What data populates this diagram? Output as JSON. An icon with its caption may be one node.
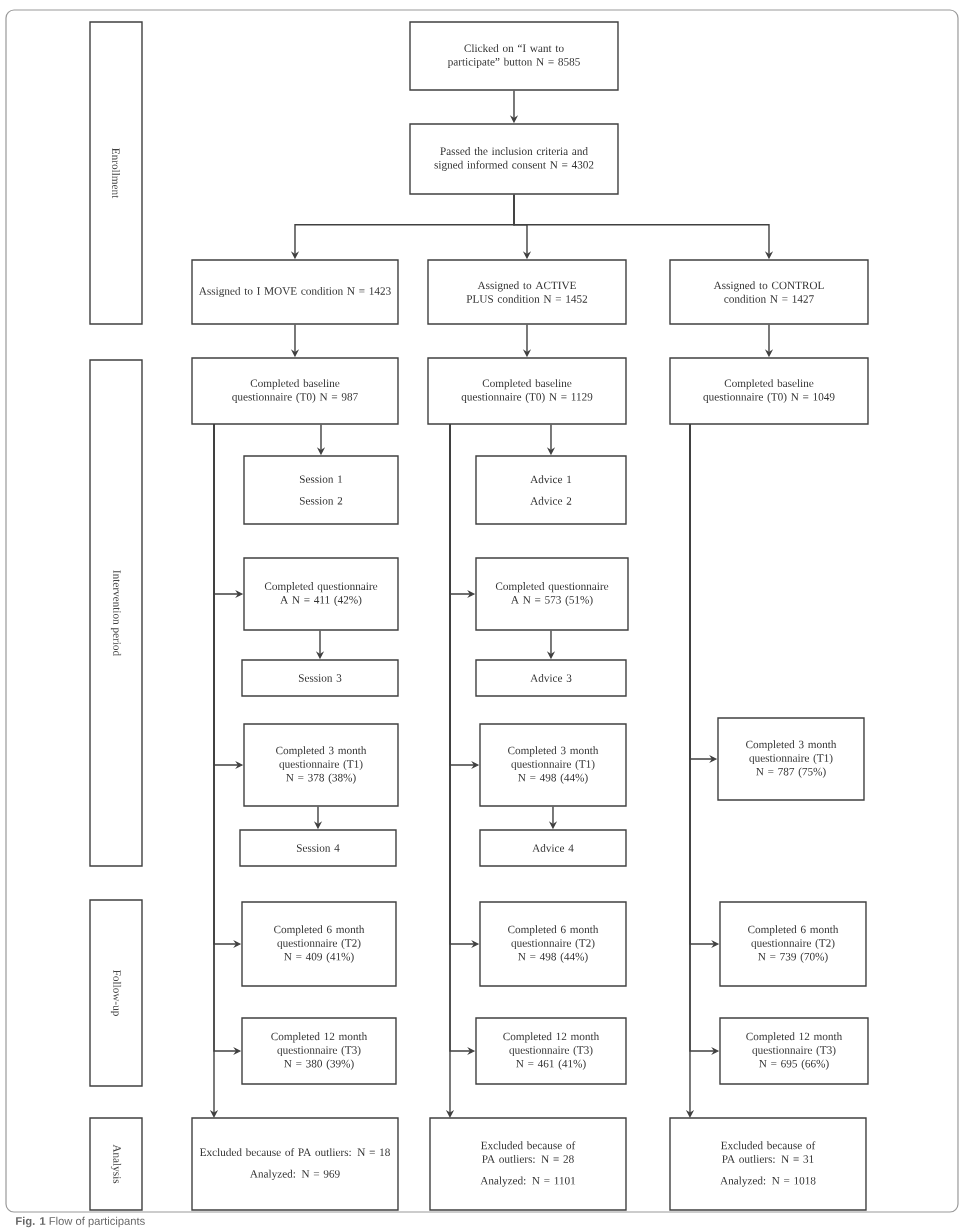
{
  "diagram": {
    "caption": "**Fig. 1** Flow of participants",
    "nodes": [
      {
        "text": [
          "Clicked on “I want to participate” button N = 8585"
        ]
      },
      {
        "text": [
          "Passed the inclusion criteria and signed informed consent N = 4302"
        ]
      },
      {
        "text": [
          "Assigned to I MOVE condition N = 1423"
        ]
      },
      {
        "text": [
          "Assigned to ACTIVE PLUS condition N = 1452"
        ]
      },
      {
        "text": [
          "Assigned to CONTROL condition N = 1427"
        ]
      },
      {
        "text": [
          "Completed baseline questionnaire (T0) N = 987"
        ]
      },
      {
        "text": [
          "Completed baseline questionnaire (T0) N = 1129"
        ]
      },
      {
        "text": [
          "Completed baseline questionnaire (T0) N = 1049"
        ]
      },
      {
        "text": [
          "Session 1",
          "Session 2"
        ]
      },
      {
        "text": [
          "Advice 1",
          "Advice 2"
        ]
      },
      {
        "text": [
          "Completed questionnaire A N = 411 (42%)"
        ]
      },
      {
        "text": [
          "Completed questionnaire A N = 573 (51%)"
        ]
      },
      {
        "text": [
          "Session 3"
        ]
      },
      {
        "text": [
          "Advice 3"
        ]
      },
      {
        "text": [
          "Completed 3 month questionnaire (T1) N = 378 (38%)"
        ]
      },
      {
        "text": [
          "Completed 3 month questionnaire (T1) N = 498 (44%)"
        ]
      },
      {
        "text": [
          "Completed 3 month questionnaire (T1) N = 787 (75%)"
        ]
      },
      {
        "text": [
          "Session 4"
        ]
      },
      {
        "text": [
          "Advice 4"
        ]
      },
      {
        "text": [
          "Completed 6 month questionnaire (T2) N = 409 (41%)"
        ]
      },
      {
        "text": [
          "Completed 6 month questionnaire (T2) N = 498 (44%)"
        ]
      },
      {
        "text": [
          "Completed 6 month questionnaire (T2) N = 739 (70%)"
        ]
      },
      {
        "text": [
          "Completed 12 month questionnaire (T3) N = 380 (39%)"
        ]
      },
      {
        "text": [
          "Completed 12 month questionnaire (T3) N = 461 (41%)"
        ]
      },
      {
        "text": [
          "Completed 12 month questionnaire (T3) N = 695 (66%)"
        ]
      },
      {
        "text": [
          "Excluded because of PA outliers: N = 18",
          "Analyzed: N = 969"
        ]
      },
      {
        "text": [
          "Excluded because of PA outliers: N = 28",
          "Analyzed: N = 1101"
        ]
      },
      {
        "text": [
          "Excluded because of PA outliers: N = 31",
          "Analyzed: N = 1018"
        ]
      },
      {
        "text": [
          "Enrollment"
        ]
      },
      {
        "text": [
          "Intervention period"
        ]
      },
      {
        "text": [
          "Follow-up"
        ]
      },
      {
        "text": [
          "Analysis"
        ]
      }
    ],
    "edges": [
      {
        "from": 0,
        "to": 1,
        "arrow": "to"
      },
      {
        "from": 1,
        "to": 2,
        "arrow": "to"
      },
      {
        "from": 1,
        "to": 3,
        "arrow": "to"
      },
      {
        "from": 1,
        "to": 4,
        "arrow": "to"
      },
      {
        "from": 2,
        "to": 5,
        "arrow": "to"
      },
      {
        "from": 3,
        "to": 6,
        "arrow": "to"
      },
      {
        "from": 4,
        "to": 7,
        "arrow": "to"
      },
      {
        "from": 5,
        "to": 8,
        "arrow": "to"
      },
      {
        "from": 5,
        "to": 10,
        "arrow": "to"
      },
      {
        "from": 5,
        "to": 14,
        "arrow": "to"
      },
      {
        "from": 5,
        "to": 19,
        "arrow": "to"
      },
      {
        "from": 5,
        "to": 22,
        "arrow": "to"
      },
      {
        "from": 5,
        "to": 25,
        "arrow": "to"
      },
      {
        "from": 10,
        "to": 12,
        "arrow": "to"
      },
      {
        "from": 14,
        "to": 17,
        "arrow": "to"
      },
      {
        "from": 6,
        "to": 9,
        "arrow": "to"
      },
      {
        "from": 6,
        "to": 11,
        "arrow": "to"
      },
      {
        "from": 6,
        "to": 15,
        "arrow": "to"
      },
      {
        "from": 6,
        "to": 20,
        "arrow": "to"
      },
      {
        "from": 6,
        "to": 23,
        "arrow": "to"
      },
      {
        "from": 6,
        "to": 26,
        "arrow": "to"
      },
      {
        "from": 11,
        "to": 13,
        "arrow": "to"
      },
      {
        "from": 15,
        "to": 18,
        "arrow": "to"
      },
      {
        "from": 7,
        "to": 16,
        "arrow": "to"
      },
      {
        "from": 7,
        "to": 21,
        "arrow": "to"
      },
      {
        "from": 7,
        "to": 24,
        "arrow": "to"
      },
      {
        "from": 7,
        "to": 27,
        "arrow": "to"
      }
    ]
  }
}
